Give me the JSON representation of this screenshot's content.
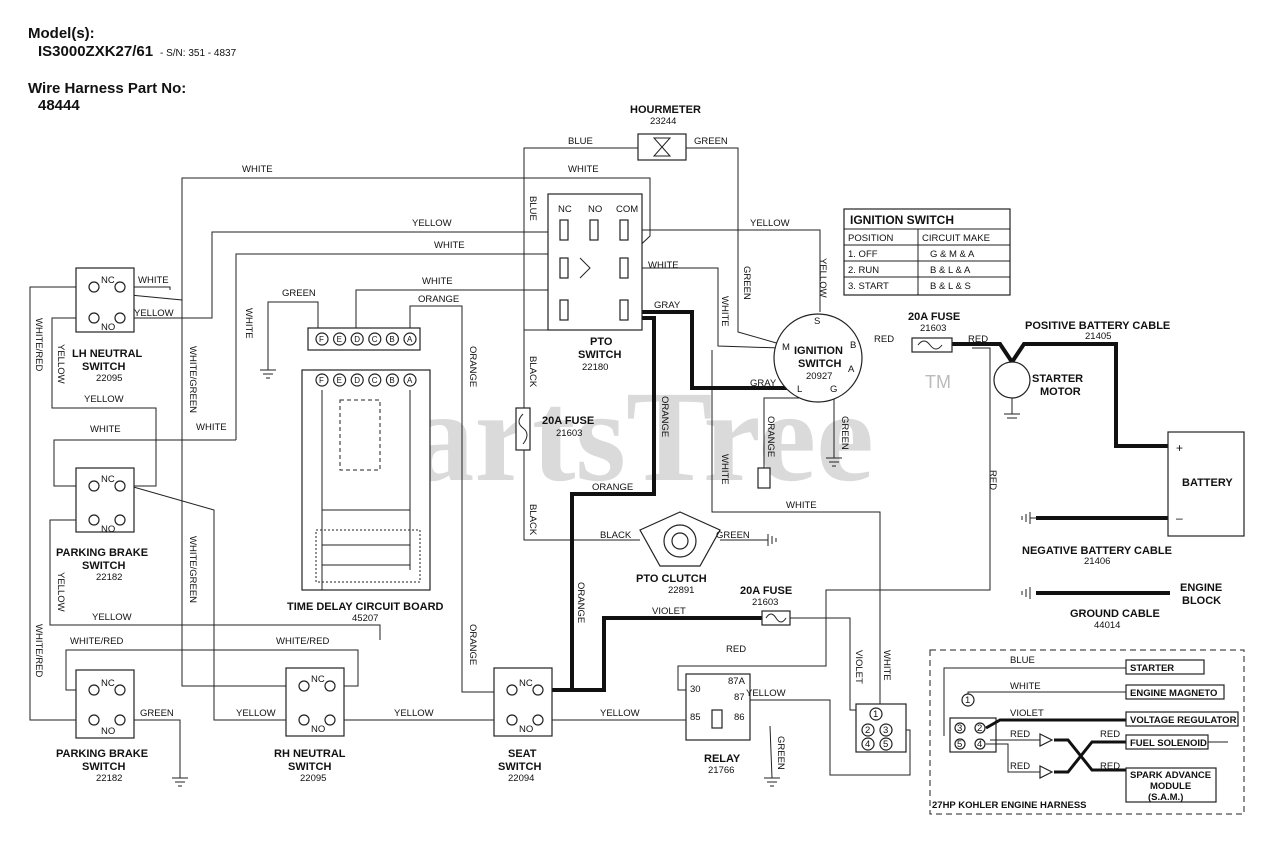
{
  "header": {
    "model_label": "Model(s):",
    "model": "IS3000ZXK27/61",
    "serial": "- S/N: 351 - 4837",
    "harness_label": "Wire Harness Part No:",
    "harness": "48444"
  },
  "watermark": "PartsTree",
  "watermark_tm": "TM",
  "components": {
    "hourmeter": {
      "name": "HOURMETER",
      "part": "23244"
    },
    "pto_switch": {
      "name1": "PTO",
      "name2": "SWITCH",
      "part": "22180",
      "nc": "NC",
      "no": "NO",
      "com": "COM"
    },
    "ignition_switch": {
      "name1": "IGNITION",
      "name2": "SWITCH",
      "part": "20927",
      "s": "S",
      "b": "B",
      "m": "M",
      "a": "A",
      "l": "L",
      "g": "G"
    },
    "fuse_top": {
      "name": "20A FUSE",
      "part": "21603"
    },
    "fuse_mid": {
      "name": "20A FUSE",
      "part": "21603"
    },
    "fuse_bottom": {
      "name": "20A FUSE",
      "part": "21603"
    },
    "positive_cable": {
      "name": "POSITIVE BATTERY CABLE",
      "part": "21405"
    },
    "starter_motor": {
      "name1": "STARTER",
      "name2": "MOTOR"
    },
    "battery": {
      "name": "BATTERY",
      "plus": "+",
      "minus": "–"
    },
    "negative_cable": {
      "name": "NEGATIVE BATTERY CABLE",
      "part": "21406"
    },
    "ground_cable": {
      "name": "GROUND CABLE",
      "part": "44014"
    },
    "engine_block": {
      "name1": "ENGINE",
      "name2": "BLOCK"
    },
    "lh_neutral": {
      "name1": "LH NEUTRAL",
      "name2": "SWITCH",
      "part": "22095",
      "nc": "NC",
      "no": "NO"
    },
    "parking_brake_1": {
      "name1": "PARKING BRAKE",
      "name2": "SWITCH",
      "part": "22182",
      "nc": "NC",
      "no": "NO"
    },
    "parking_brake_2": {
      "name1": "PARKING BRAKE",
      "name2": "SWITCH",
      "part": "22182",
      "nc": "NC",
      "no": "NO"
    },
    "rh_neutral": {
      "name1": "RH NEUTRAL",
      "name2": "SWITCH",
      "part": "22095",
      "nc": "NC",
      "no": "NO"
    },
    "seat_switch": {
      "name1": "SEAT",
      "name2": "SWITCH",
      "part": "22094",
      "nc": "NC",
      "no": "NO"
    },
    "relay": {
      "name": "RELAY",
      "part": "21766",
      "p30": "30",
      "p87a": "87A",
      "p87": "87",
      "p85": "85",
      "p86": "86"
    },
    "pto_clutch": {
      "name": "PTO CLUTCH",
      "part": "22891"
    },
    "time_delay": {
      "name": "TIME DELAY CIRCUIT BOARD",
      "part": "45207",
      "pins": [
        "F",
        "E",
        "D",
        "C",
        "B",
        "A"
      ]
    },
    "connector5": {
      "pins": [
        "1",
        "2",
        "3",
        "4",
        "5"
      ]
    }
  },
  "ignition_table": {
    "title": "IGNITION SWITCH",
    "headers": [
      "POSITION",
      "CIRCUIT MAKE"
    ],
    "rows": [
      [
        "1. OFF",
        "G & M & A"
      ],
      [
        "2. RUN",
        "B & L & A"
      ],
      [
        "3. START",
        "B & L & S"
      ]
    ]
  },
  "kohler": {
    "title": "27HP KOHLER ENGINE HARNESS",
    "outputs": [
      "STARTER",
      "ENGINE MAGNETO",
      "VOLTAGE REGULATOR",
      "FUEL SOLENOID",
      "SPARK ADVANCE",
      "MODULE",
      "(S.A.M.)"
    ],
    "wires": [
      "BLUE",
      "WHITE",
      "VIOLET",
      "RED",
      "RED",
      "RED",
      "RED"
    ],
    "pins": [
      "1",
      "3",
      "2",
      "5",
      "4"
    ]
  },
  "wires": {
    "blue": "BLUE",
    "green": "GREEN",
    "white": "WHITE",
    "yellow": "YELLOW",
    "orange": "ORANGE",
    "gray": "GRAY",
    "black": "BLACK",
    "red": "RED",
    "violet": "VIOLET",
    "white_red": "WHITE/RED",
    "white_green": "WHITE/GREEN"
  }
}
